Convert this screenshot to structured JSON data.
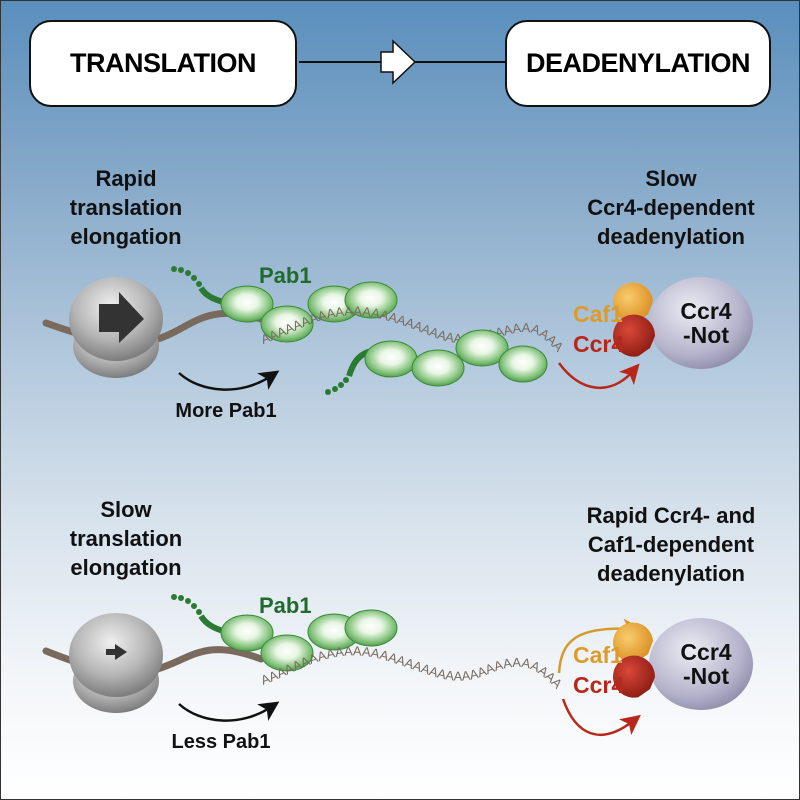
{
  "header": {
    "left_box": "TRANSLATION",
    "right_box": "DEADENYLATION",
    "connector": "arrow-right"
  },
  "panels": [
    {
      "id": "top",
      "translation_label": [
        "Rapid",
        "translation",
        "elongation"
      ],
      "deadenylation_label": [
        "Slow",
        "Ccr4-dependent",
        "deadenylation"
      ],
      "pab1_label": "Pab1",
      "pab1_arrow_label": "More Pab1",
      "poly_a": "AAAAAAAAAAAAAAAAAAAAAAAAAAAAAAAAAAAAAAAAAAAAA",
      "caf1_label": "Caf1",
      "ccr4_label": "Ccr4",
      "complex_label": [
        "Ccr4",
        "-Not"
      ]
    },
    {
      "id": "bottom",
      "translation_label": [
        "Slow",
        "translation",
        "elongation"
      ],
      "deadenylation_label": [
        "Rapid Ccr4- and",
        "Caf1-dependent",
        "deadenylation"
      ],
      "pab1_label": "Pab1",
      "pab1_arrow_label": "Less Pab1",
      "poly_a": "AAAAAAAAAAAAAAAAAAAAAAAAAAAAAAAAAAAAAAAAAAAAA",
      "caf1_label": "Caf1",
      "ccr4_label": "Ccr4",
      "complex_label": [
        "Ccr4",
        "-Not"
      ]
    }
  ],
  "colors": {
    "pab1_green": "#1f6b2c",
    "caf1_orange": "#de9b2a",
    "ccr4_red": "#b8281a",
    "mrna_brown": "#7a6a5e",
    "complex_lavender": "#b9b8d0"
  }
}
